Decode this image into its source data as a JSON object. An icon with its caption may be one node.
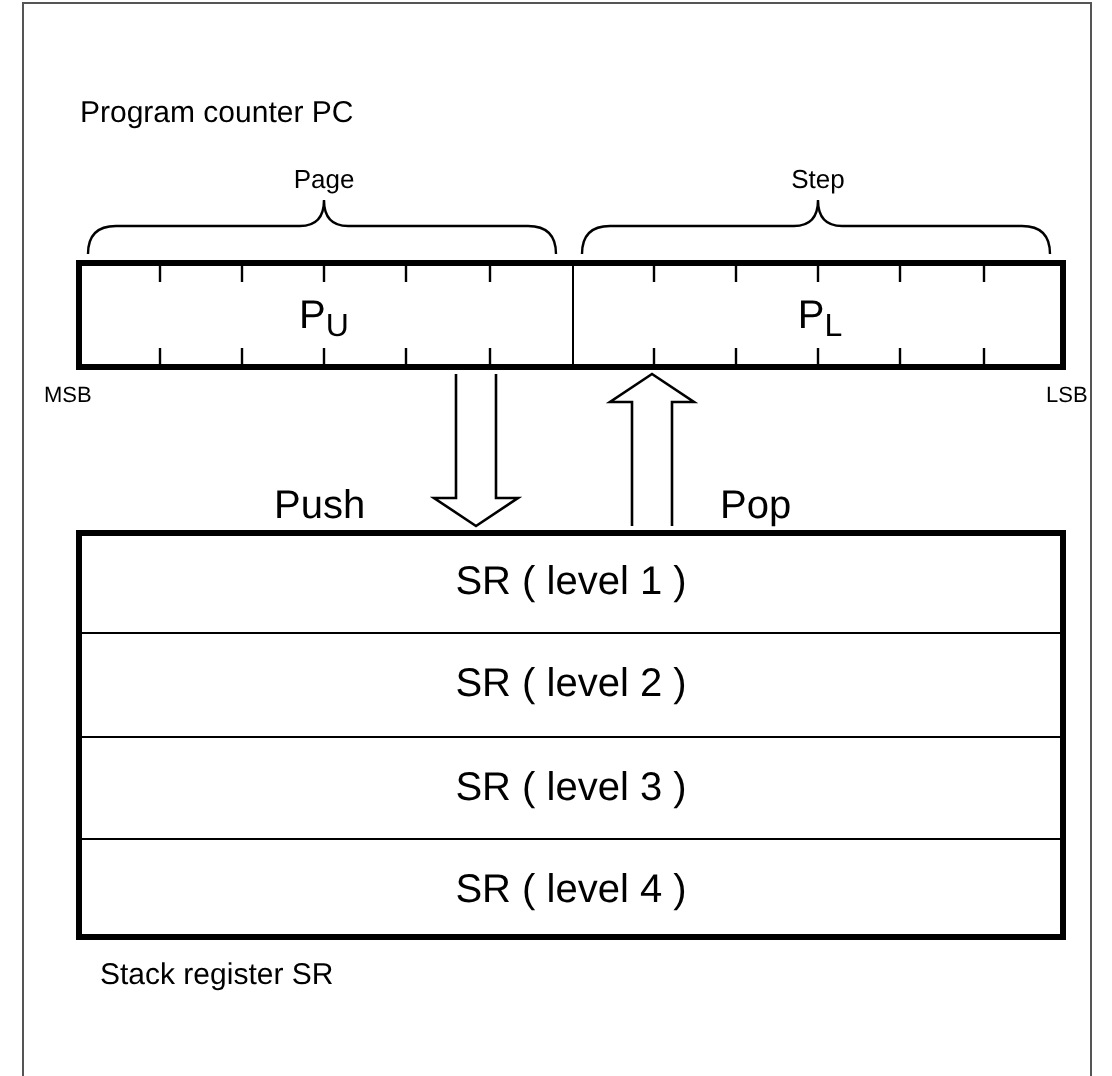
{
  "diagram": {
    "nodes": [
      {
        "text": [
          "Program counter PC"
        ]
      },
      {
        "text": [
          "P$_{U}$"
        ],
        "in": 0
      },
      {
        "text": [
          "P$_{L}$"
        ],
        "in": 0
      },
      {
        "text": [
          "Stack register SR"
        ]
      },
      {
        "text": [
          "SR ( level 1 )"
        ],
        "in": 3
      },
      {
        "text": [
          "SR ( level 2 )"
        ],
        "in": 3
      },
      {
        "text": [
          "SR ( level 3 )"
        ],
        "in": 3
      },
      {
        "text": [
          "SR ( level 4 )"
        ],
        "in": 3
      }
    ],
    "edges": [
      {
        "from": 1,
        "to": 3,
        "arrow": "to",
        "label": "Push"
      },
      {
        "from": 3,
        "to": 2,
        "arrow": "to",
        "label": "Pop"
      }
    ],
    "labels": [
      "Page",
      "Step",
      "MSB",
      "LSB"
    ]
  }
}
